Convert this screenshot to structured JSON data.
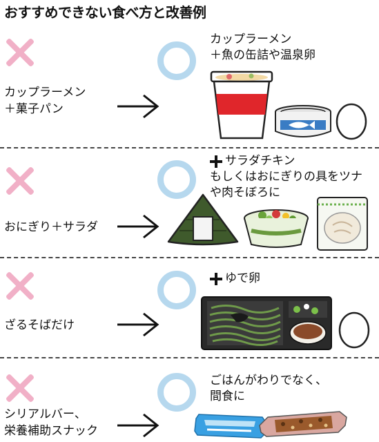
{
  "title": "おすすめできない食べ方と改善例",
  "rows": [
    {
      "bad": [
        "カップラーメン",
        "＋菓子パン"
      ],
      "good": [
        "カップラーメン",
        "＋魚の缶詰や温泉卵"
      ]
    },
    {
      "bad": [
        "おにぎり＋サラダ"
      ],
      "good_plus": "サラダチキン",
      "good": [
        "もしくはおにぎりの具をツナ",
        "や肉そぼろに"
      ]
    },
    {
      "bad": [
        "ざるそばだけ"
      ],
      "good_plus": "ゆで卵",
      "good": []
    },
    {
      "bad": [
        "シリアルバー、",
        "栄養補助スナック"
      ],
      "good": [
        "ごはんがわりでなく、",
        "間食に"
      ]
    }
  ],
  "colors": {
    "cross": "#f1b0c7",
    "circle": "#b6d8ee"
  },
  "icons": [
    "cross-mark-icon",
    "circle-mark-icon",
    "right-arrow-icon"
  ]
}
